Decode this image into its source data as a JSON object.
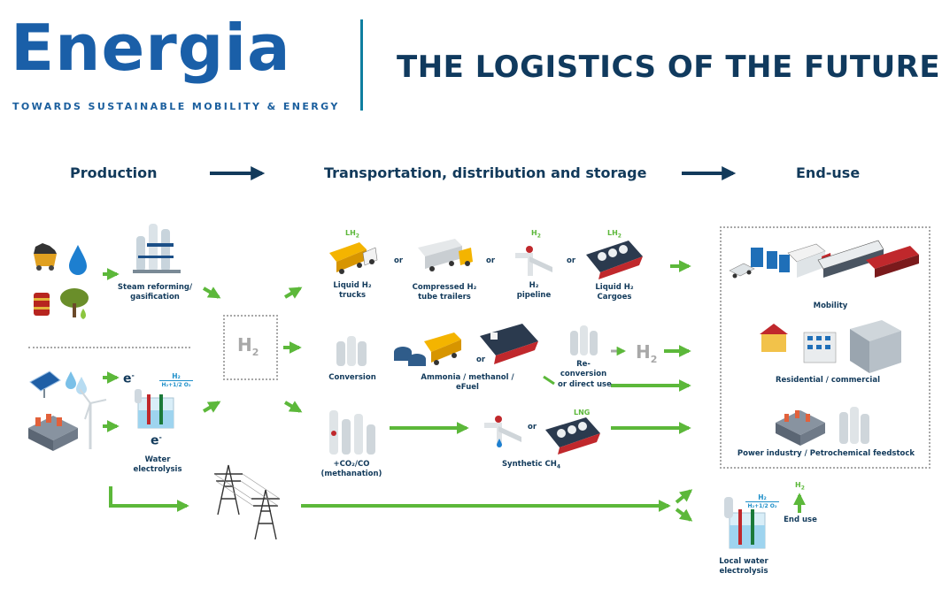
{
  "brand": {
    "name": "Energia",
    "tagline": "TOWARDS SUSTAINABLE MOBILITY & ENERGY",
    "colors": {
      "primary": "#1a5fa8",
      "accent": "#00a6d6"
    }
  },
  "title": "THE LOGISTICS OF THE FUTURE",
  "stages": {
    "production": "Production",
    "transport": "Transportation, distribution and storage",
    "end_use": "End-use"
  },
  "production": {
    "steam_reforming": [
      "Steam reforming/",
      "gasification"
    ],
    "electron": "e",
    "electron_sup": "-",
    "electrolysis_formula": {
      "top": "H₂",
      "bottom": "H₂+1/2 O₂"
    },
    "water_electrolysis": [
      "Water",
      "electrolysis"
    ]
  },
  "hub": {
    "h2": "H",
    "h2_sub": "2"
  },
  "transport": {
    "lh2_label": "LH",
    "lh2_sub": "2",
    "h2_label": "H",
    "h2_sub": "2",
    "liquid_trucks": [
      "Liquid H₂",
      "trucks"
    ],
    "tube_trailers": [
      "Compressed H₂",
      "tube trailers"
    ],
    "pipeline": [
      "H₂",
      "pipeline"
    ],
    "cargoes": [
      "Liquid H₂",
      "Cargoes"
    ],
    "or": "or",
    "conversion": "Conversion",
    "ammonia": "Ammonia / methanol / eFuel",
    "reconversion": "Re-conversion",
    "h2_grey": "H",
    "h2_grey_sub": "2",
    "direct_use": "or direct use",
    "methanation": [
      "+CO₂/CO",
      "(methanation)"
    ],
    "lng": "LNG",
    "synthetic": "Synthetic CH",
    "synthetic_sub": "4"
  },
  "end_use": {
    "mobility": "Mobility",
    "residential": "Residential / commercial",
    "industry": "Power industry / Petrochemical feedstock",
    "local_formula": {
      "top": "H₂",
      "bottom": "H₂+1/2 O₂"
    },
    "local_electrolysis": "Local water electrolysis",
    "h2_label": "H",
    "h2_sub": "2",
    "end_use_label": "End use"
  }
}
